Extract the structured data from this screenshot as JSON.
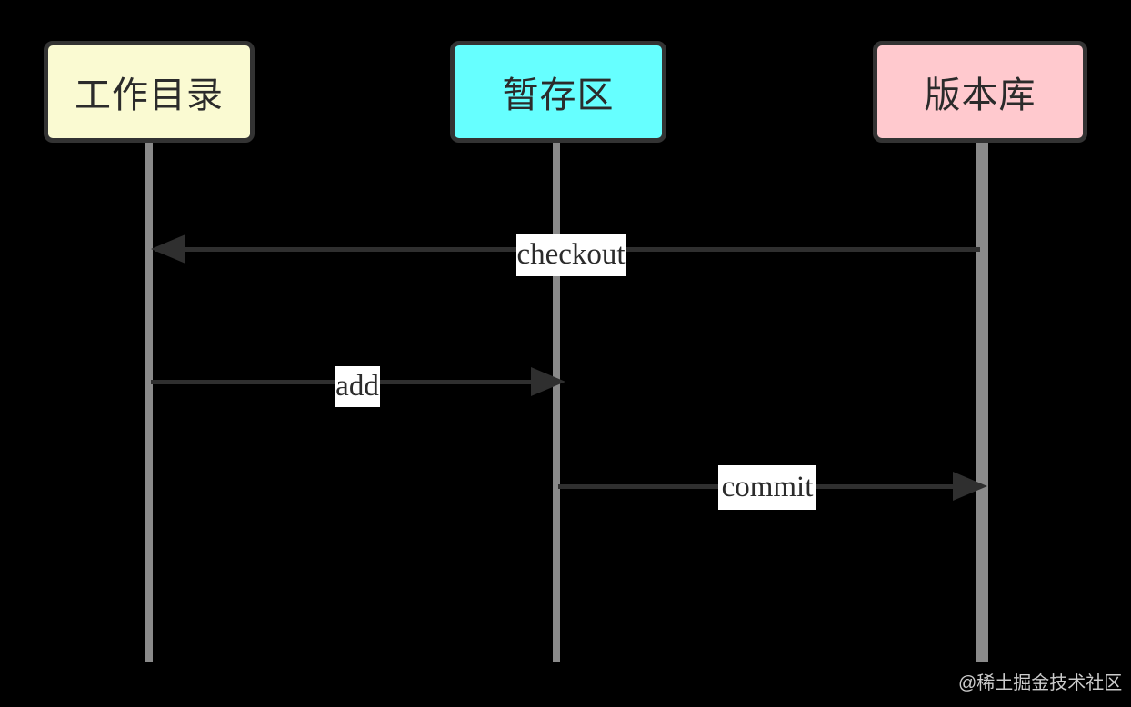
{
  "diagram": {
    "type": "sequence",
    "topic": "git-workflow",
    "actors": [
      {
        "id": "working-directory",
        "label": "工作目录",
        "fill": "#fafad2"
      },
      {
        "id": "staging-area",
        "label": "暂存区",
        "fill": "#66ffff"
      },
      {
        "id": "repository",
        "label": "版本库",
        "fill": "#ffc9ce"
      }
    ],
    "messages": [
      {
        "label": "checkout",
        "from": "版本库",
        "to": "工作目录",
        "direction": "right-to-left"
      },
      {
        "label": "add",
        "from": "工作目录",
        "to": "暂存区",
        "direction": "left-to-right"
      },
      {
        "label": "commit",
        "from": "暂存区",
        "to": "版本库",
        "direction": "left-to-right"
      }
    ],
    "colors": {
      "background": "#000000",
      "actor_border": "#333333",
      "message_line": "#2f2f2f",
      "lifeline": "#8a8a8a",
      "label_background": "#ffffff",
      "text": "#2b2b2b",
      "watermark_text": "#cccccc"
    },
    "watermark": "@稀土掘金技术社区"
  }
}
